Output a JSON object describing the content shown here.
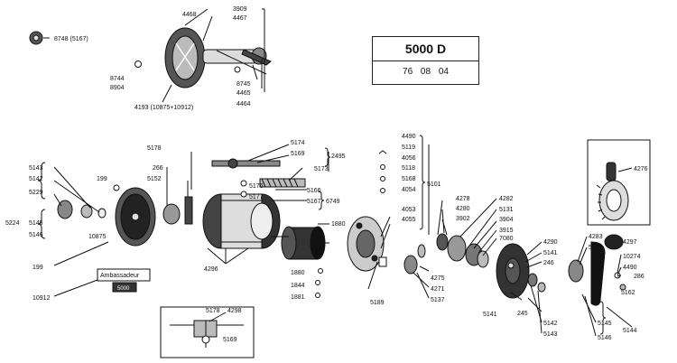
{
  "header": {
    "model": "5000 D",
    "date_code": "76 08 04"
  },
  "side_cover": {
    "brand_label": "Ambassadeur",
    "model_label": "5000"
  },
  "labels": [
    {
      "id": "lbl_8748",
      "text": "8748 (5167)"
    },
    {
      "id": "lbl_4468",
      "text": "4468"
    },
    {
      "id": "lbl_3909",
      "text": "3909"
    },
    {
      "id": "lbl_4467",
      "text": "4467"
    },
    {
      "id": "lbl_8744",
      "text": "8744"
    },
    {
      "id": "lbl_8904",
      "text": "8904"
    },
    {
      "id": "lbl_8745",
      "text": "8745"
    },
    {
      "id": "lbl_4465",
      "text": "4465"
    },
    {
      "id": "lbl_4464",
      "text": "4464"
    },
    {
      "id": "lbl_4193",
      "text": "4193 (10875+10912)"
    },
    {
      "id": "lbl_5178",
      "text": "5178"
    },
    {
      "id": "lbl_5174",
      "text": "5174"
    },
    {
      "id": "lbl_5169",
      "text": "5169"
    },
    {
      "id": "lbl_5173",
      "text": "5173"
    },
    {
      "id": "lbl_2495",
      "text": "2495"
    },
    {
      "id": "lbl_5176",
      "text": "5176"
    },
    {
      "id": "lbl_5177",
      "text": "5177"
    },
    {
      "id": "lbl_5166",
      "text": "5166"
    },
    {
      "id": "lbl_5167",
      "text": "5167"
    },
    {
      "id": "lbl_6749",
      "text": "6749"
    },
    {
      "id": "lbl_1880a",
      "text": "1880"
    },
    {
      "id": "lbl_5143a",
      "text": "5143"
    },
    {
      "id": "lbl_5142a",
      "text": "5142"
    },
    {
      "id": "lbl_5229",
      "text": "5229"
    },
    {
      "id": "lbl_199a",
      "text": "199"
    },
    {
      "id": "lbl_266",
      "text": "266"
    },
    {
      "id": "lbl_5152",
      "text": "5152"
    },
    {
      "id": "lbl_5224",
      "text": "5224"
    },
    {
      "id": "lbl_5145a",
      "text": "5145"
    },
    {
      "id": "lbl_5146a",
      "text": "5146"
    },
    {
      "id": "lbl_199b",
      "text": "199"
    },
    {
      "id": "lbl_10875",
      "text": "10875"
    },
    {
      "id": "lbl_10912",
      "text": "10912"
    },
    {
      "id": "lbl_4296",
      "text": "4296"
    },
    {
      "id": "lbl_1880b",
      "text": "1880"
    },
    {
      "id": "lbl_1844",
      "text": "1844"
    },
    {
      "id": "lbl_1881",
      "text": "1881"
    },
    {
      "id": "lbl_4490a",
      "text": "4490"
    },
    {
      "id": "lbl_5119",
      "text": "5119"
    },
    {
      "id": "lbl_4056",
      "text": "4056"
    },
    {
      "id": "lbl_5118",
      "text": "5118"
    },
    {
      "id": "lbl_5168",
      "text": "5168"
    },
    {
      "id": "lbl_4054",
      "text": "4054"
    },
    {
      "id": "lbl_5101",
      "text": "5101"
    },
    {
      "id": "lbl_4053",
      "text": "4053"
    },
    {
      "id": "lbl_4055",
      "text": "4055"
    },
    {
      "id": "lbl_4278",
      "text": "4278"
    },
    {
      "id": "lbl_4280",
      "text": "4280"
    },
    {
      "id": "lbl_3902",
      "text": "3902"
    },
    {
      "id": "lbl_4282",
      "text": "4282"
    },
    {
      "id": "lbl_5131",
      "text": "5131"
    },
    {
      "id": "lbl_3904",
      "text": "3904"
    },
    {
      "id": "lbl_3915",
      "text": "3915"
    },
    {
      "id": "lbl_7080",
      "text": "7080"
    },
    {
      "id": "lbl_4290",
      "text": "4290"
    },
    {
      "id": "lbl_5141a",
      "text": "5141"
    },
    {
      "id": "lbl_246a",
      "text": "246"
    },
    {
      "id": "lbl_4275",
      "text": "4275"
    },
    {
      "id": "lbl_4271",
      "text": "4271"
    },
    {
      "id": "lbl_5137",
      "text": "5137"
    },
    {
      "id": "lbl_5189",
      "text": "5189"
    },
    {
      "id": "lbl_5141b",
      "text": "5141"
    },
    {
      "id": "lbl_245",
      "text": "245"
    },
    {
      "id": "lbl_5142b",
      "text": "5142"
    },
    {
      "id": "lbl_5143b",
      "text": "5143"
    },
    {
      "id": "lbl_4276",
      "text": "4276"
    },
    {
      "id": "lbl_4283",
      "text": "4283"
    },
    {
      "id": "lbl_5115",
      "text": "5115"
    },
    {
      "id": "lbl_4297",
      "text": "4297"
    },
    {
      "id": "lbl_10274",
      "text": "10274"
    },
    {
      "id": "lbl_4490b",
      "text": "4490"
    },
    {
      "id": "lbl_286",
      "text": "286"
    },
    {
      "id": "lbl_5162",
      "text": "5162"
    },
    {
      "id": "lbl_5145b",
      "text": "5145"
    },
    {
      "id": "lbl_5144",
      "text": "5144"
    },
    {
      "id": "lbl_5146b",
      "text": "5146"
    },
    {
      "id": "lbl_inset_5178",
      "text": "5178"
    },
    {
      "id": "lbl_inset_4298",
      "text": "4298"
    },
    {
      "id": "lbl_inset_5169",
      "text": "5169"
    }
  ]
}
